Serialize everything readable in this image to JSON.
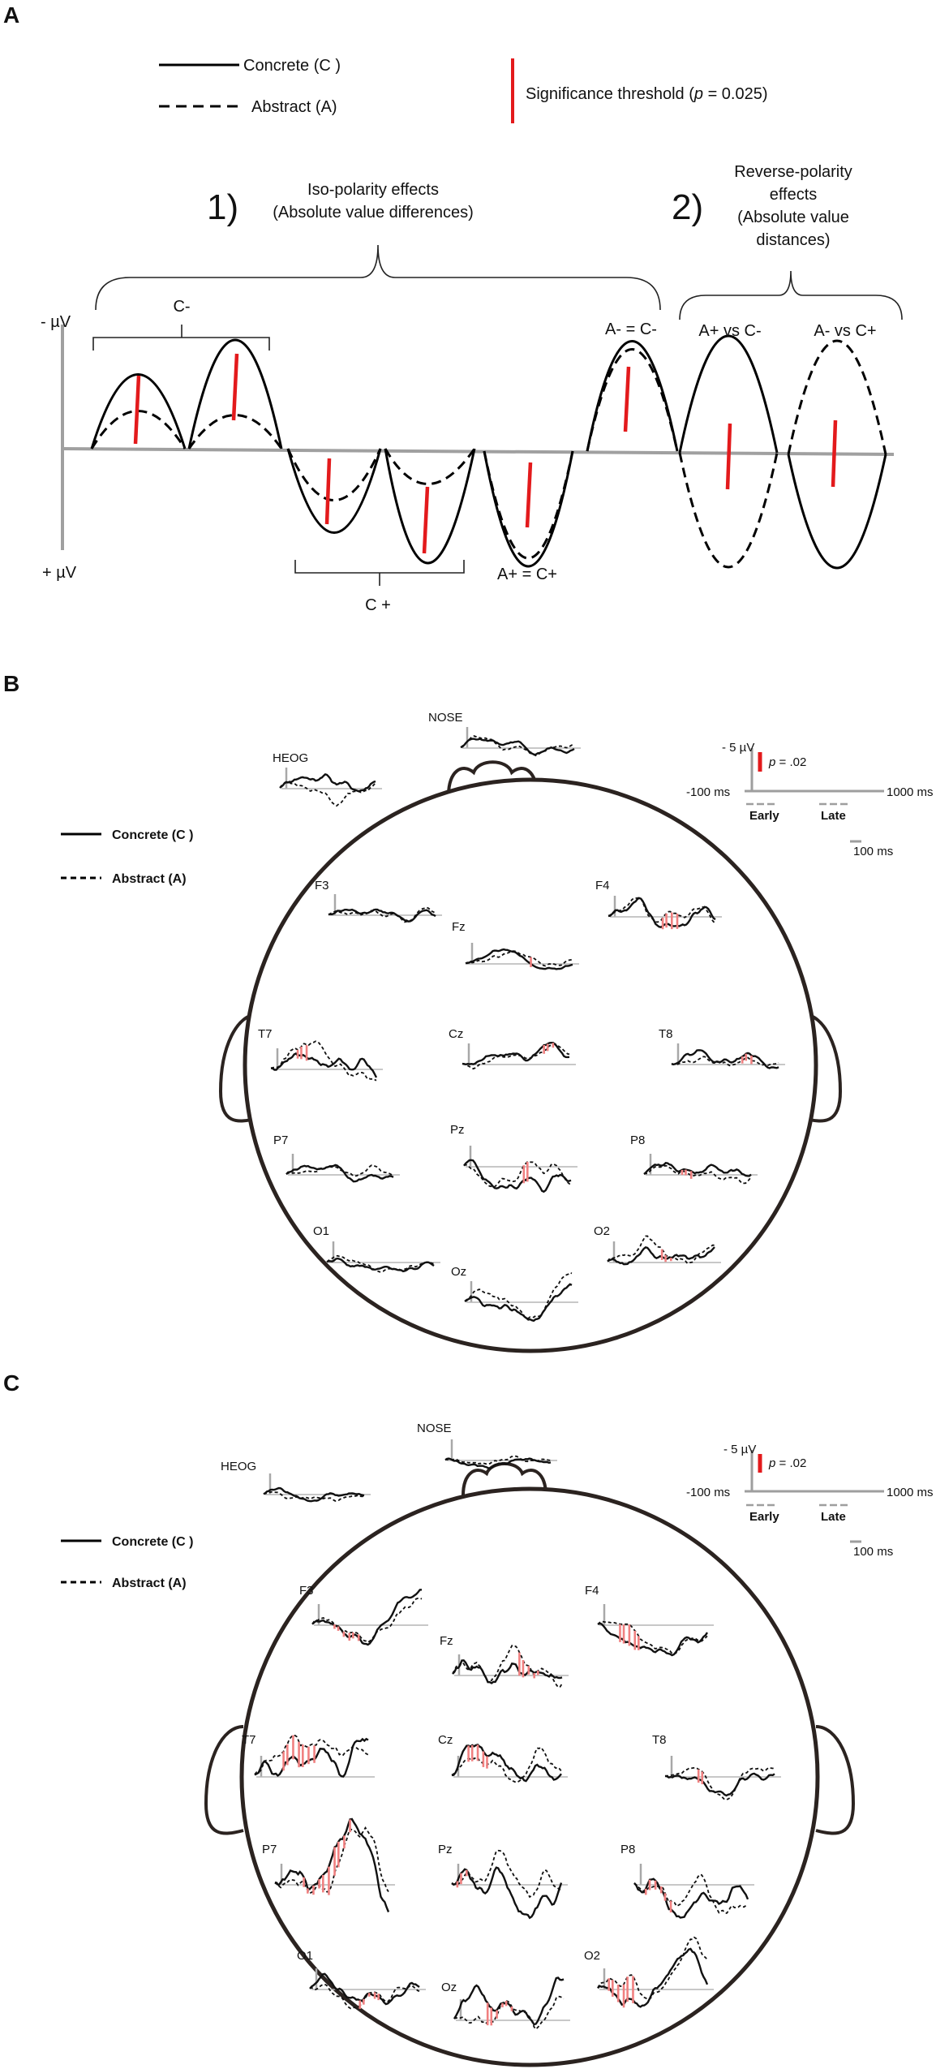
{
  "panels": {
    "a": "A",
    "b": "B",
    "c": "C"
  },
  "panel_a": {
    "legend": {
      "concrete": "Concrete (C )",
      "abstract": "Abstract (A)",
      "threshold_prefix": "Significance threshold (",
      "threshold_p": "p",
      "threshold_suffix": " = 0.025)"
    },
    "group1": {
      "number": "1)",
      "line1": "Iso-polarity effects",
      "line2": "(Absolute value differences)"
    },
    "group2": {
      "number": "2)",
      "line1": "Reverse-polarity",
      "line2": "effects",
      "line3": "(Absolute value",
      "line4": "distances)"
    },
    "axis_neg": "- µV",
    "axis_pos": "+ µV",
    "c_minus": "C-",
    "c_plus": "C +",
    "a_minus_eq_c_minus": "A- = C-",
    "a_plus_eq_c_plus": "A+ = C+",
    "a_plus_vs_c_minus": "A+ vs C-",
    "a_minus_vs_c_plus": "A- vs C+"
  },
  "topo_legend": {
    "concrete": "Concrete (C )",
    "abstract": "Abstract (A)"
  },
  "scale_inset": {
    "amplitude": "- 5 µV",
    "p_label": "p",
    "p_value": " = .02",
    "start": "-100 ms",
    "end": "1000 ms",
    "early": "Early",
    "late": "Late",
    "bar_100": "100 ms"
  },
  "electrodes": {
    "heog": "HEOG",
    "nose": "NOSE",
    "f3": "F3",
    "fz": "Fz",
    "f4": "F4",
    "t7": "T7",
    "cz": "Cz",
    "t8": "T8",
    "p7": "P7",
    "pz": "Pz",
    "p8": "P8",
    "o1": "O1",
    "oz": "Oz",
    "o2": "O2"
  },
  "colors": {
    "threshold_red": "#e31a1c",
    "sig_pink": "#f08080",
    "axis_gray": "#9e9e9e",
    "head_outline": "#2b2320"
  }
}
